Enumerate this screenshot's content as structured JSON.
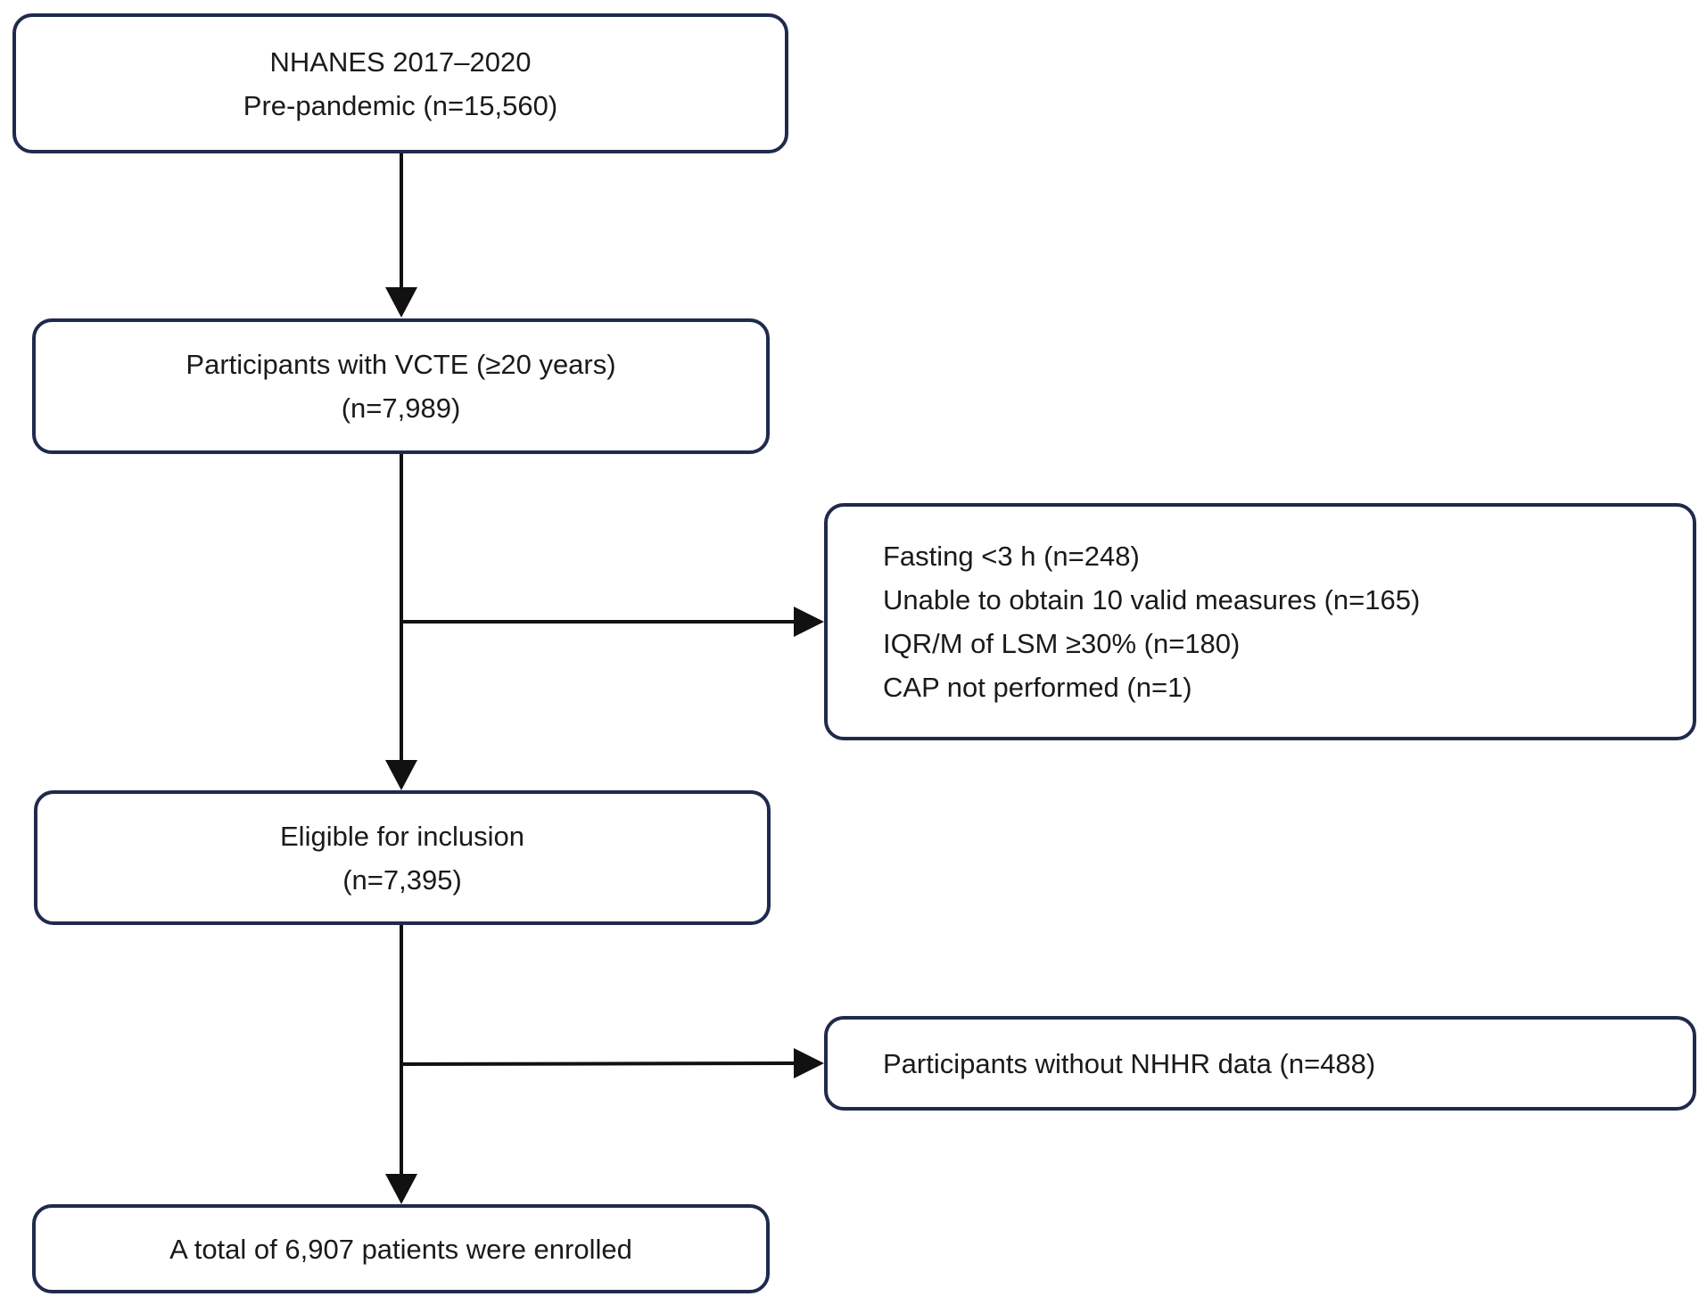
{
  "flowchart": {
    "boxes": [
      {
        "id": "start",
        "lines": [
          "NHANES 2017–2020",
          "Pre-pandemic (n=15,560)"
        ]
      },
      {
        "id": "vcte",
        "lines": [
          "Participants with VCTE (≥20 years)",
          "(n=7,989)"
        ]
      },
      {
        "id": "exclusions-1",
        "lines": [
          "Fasting <3 h (n=248)",
          "Unable to obtain 10 valid measures (n=165)",
          "IQR/M of LSM ≥30% (n=180)",
          "CAP not performed (n=1)"
        ]
      },
      {
        "id": "eligible",
        "lines": [
          "Eligible for inclusion",
          "(n=7,395)"
        ]
      },
      {
        "id": "exclusions-2",
        "lines": [
          "Participants without NHHR data (n=488)"
        ]
      },
      {
        "id": "enrolled",
        "lines": [
          "A total of 6,907 patients were enrolled"
        ]
      }
    ]
  },
  "colors": {
    "box_border": "#1f2a4d",
    "arrow": "#111111",
    "text": "#1a1a1a"
  }
}
